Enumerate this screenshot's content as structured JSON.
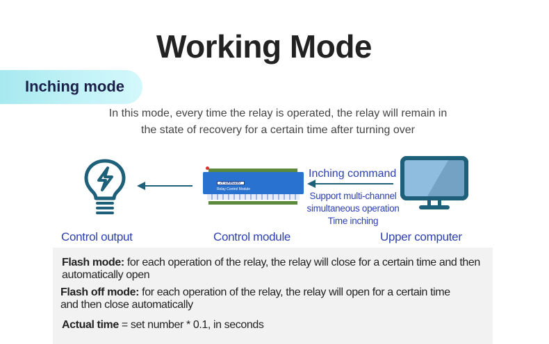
{
  "header": {
    "title": "Working Mode"
  },
  "mode": {
    "label": "Inching mode",
    "description_line1": "In this mode, every time the relay is operated, the relay will remain in",
    "description_line2": "the state of recovery for a certain time after turning over"
  },
  "diagram": {
    "output": {
      "icon": "lightbulb-bolt-icon",
      "caption": "Control output"
    },
    "module": {
      "icon": "relay-module-board",
      "model": "JY-DAM3200",
      "subtitle": "Relay Control Module",
      "caption": "Control module"
    },
    "computer": {
      "icon": "monitor-icon",
      "caption": "Upper computer"
    },
    "command_label": "Inching command",
    "command_desc": [
      "Support multi-channel",
      "simultaneous operation",
      "Time inching"
    ]
  },
  "info": {
    "flash_mode_label": "Flash mode:",
    "flash_mode_text": " for each operation of the relay, the relay will close for a certain time and then automatically open",
    "flash_off_label": "Flash off mode:",
    "flash_off_text": " for each operation of the relay, the relay will open for a certain time and then close automatically",
    "actual_time_label": "Actual time",
    "actual_time_text": " = set number * 0.1, in seconds"
  },
  "colors": {
    "title": "#222222",
    "pill_gradient_start": "#a6e9ef",
    "pill_gradient_end": "#d3f8fb",
    "accent_blue_text": "#2b3fb0",
    "icon_teal": "#1e5f7a",
    "monitor_screen": "#8fbde0",
    "info_bg": "#f2f2f2"
  }
}
